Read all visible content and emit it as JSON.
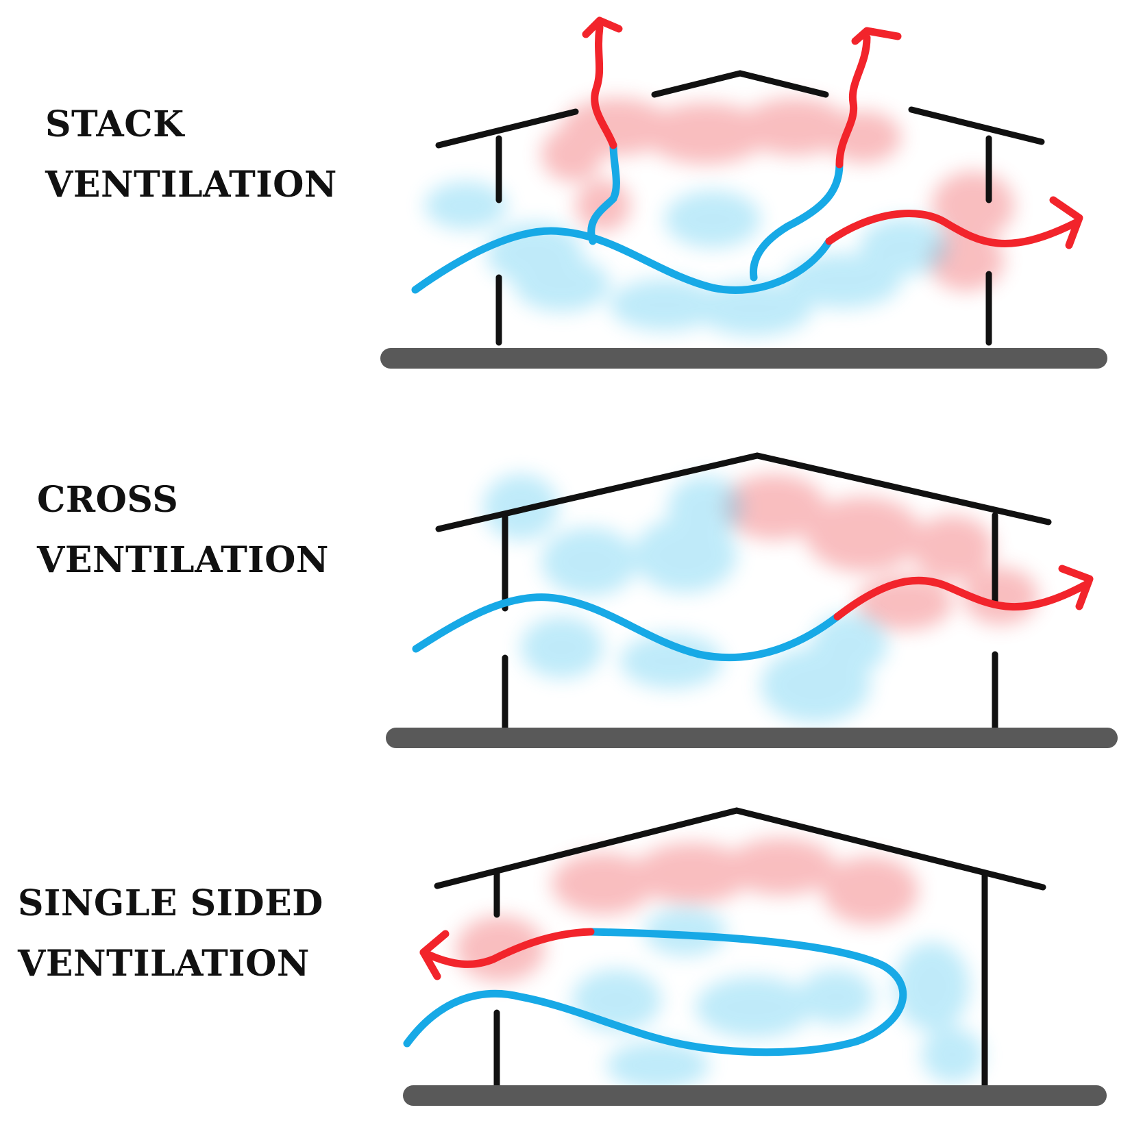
{
  "panels": [
    {
      "id": "stack",
      "label_lines": [
        "STACK",
        "VENTILATION"
      ]
    },
    {
      "id": "cross",
      "label_lines": [
        "CROSS",
        "VENTILATION"
      ]
    },
    {
      "id": "single",
      "label_lines": [
        "SINGLE SIDED",
        "VENTILATION"
      ]
    }
  ],
  "colors": {
    "cool_air": "#17a9e6",
    "warm_air": "#f2242b",
    "walls": "#111111",
    "ground": "#595959"
  }
}
